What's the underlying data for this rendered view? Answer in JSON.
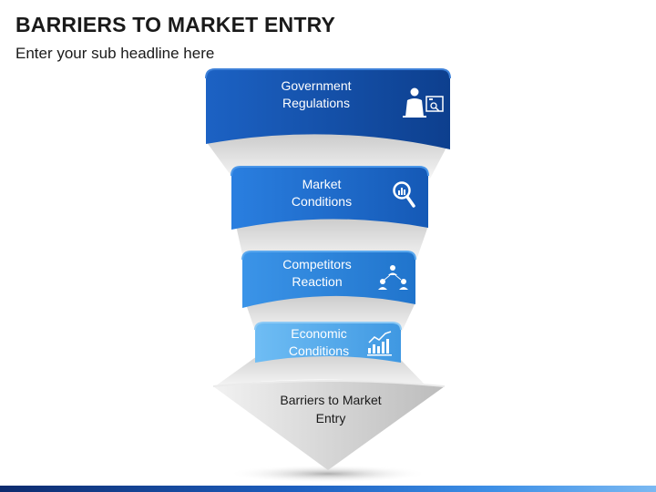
{
  "title": "BARRIERS TO MARKET ENTRY",
  "subtitle": "Enter your sub headline here",
  "bands": [
    {
      "line1": "Government",
      "line2": "Regulations",
      "icon": "businessman-presentation-icon",
      "color": "#1550aa"
    },
    {
      "line1": "Market",
      "line2": "Conditions",
      "icon": "magnifier-chart-icon",
      "color": "#1e6fd4"
    },
    {
      "line1": "Competitors",
      "line2": "Reaction",
      "icon": "people-network-icon",
      "color": "#2e86dd"
    },
    {
      "line1": "Economic",
      "line2": "Conditions",
      "icon": "growth-chart-icon",
      "color": "#56acef"
    }
  ],
  "result": {
    "line1": "Barriers to Market",
    "line2": "Entry"
  },
  "colors": {
    "footer_dark": "#0d2b6e",
    "footer_light": "#7bb9f2",
    "arrow": "#d0d0d0"
  }
}
